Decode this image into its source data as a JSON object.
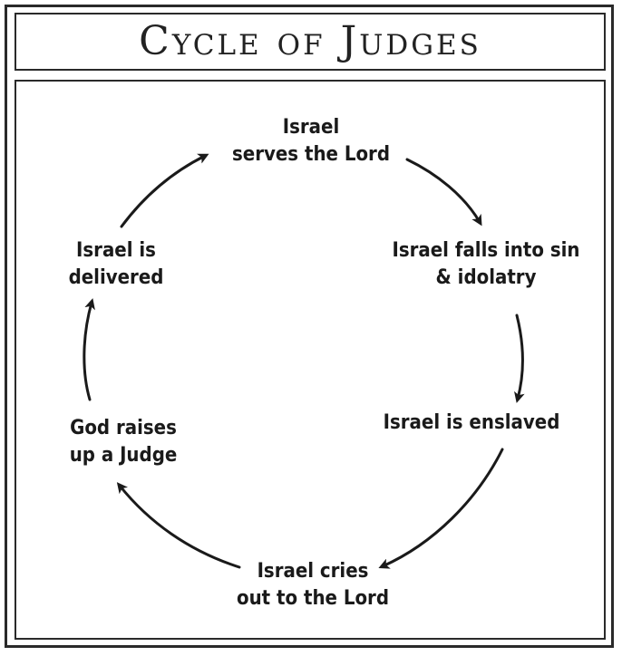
{
  "title": "Cycle of Judges",
  "nodes": {
    "serves": {
      "line1": "Israel",
      "line2": "serves the Lord"
    },
    "falls": {
      "line1": "Israel falls into sin",
      "line2": "& idolatry"
    },
    "enslaved": {
      "line1": "Israel is enslaved"
    },
    "cries": {
      "line1": "Israel cries",
      "line2": "out to the Lord"
    },
    "raises": {
      "line1": "God raises",
      "line2": "up a Judge"
    },
    "delivered": {
      "line1": "Israel is",
      "line2": "delivered"
    }
  },
  "colors": {
    "ink": "#1a1a1a",
    "border": "#2a2a2a",
    "background": "#ffffff"
  }
}
